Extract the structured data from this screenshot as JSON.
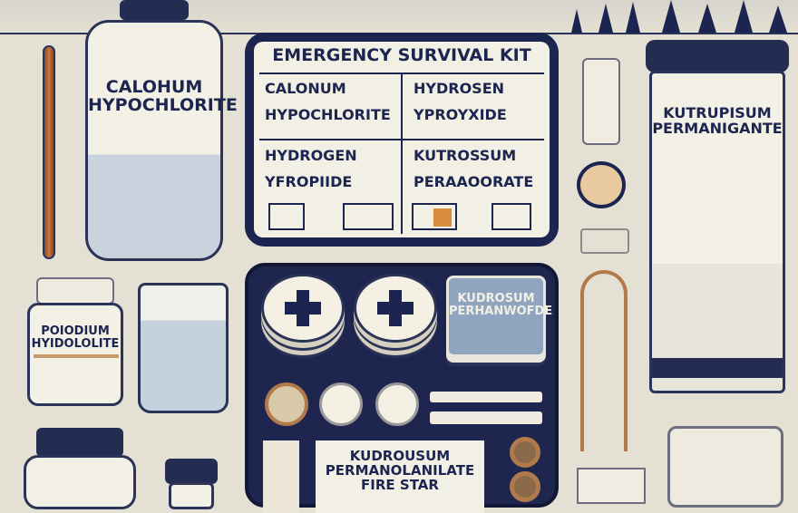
{
  "kit_lid": {
    "title": "EMERGENCY SURVIVAL KIT",
    "cells": [
      [
        "CALONUM",
        "HYPOCHLORITE"
      ],
      [
        "HYDROSEN",
        "YPROYXIDE"
      ],
      [
        "HYDROGEN",
        "YFROPIIDE"
      ],
      [
        "KUTROSSUM",
        "PERAAOORATE"
      ]
    ]
  },
  "left_bottle": {
    "label": [
      "CALOHUM",
      "HYPOCHLORITE"
    ]
  },
  "small_jar": {
    "label": [
      "POIODIUM",
      "HYIDOLOLITE"
    ]
  },
  "right_canister": {
    "label": [
      "KUTRUPISUM",
      "PERMANIGANTE"
    ]
  },
  "kit_box": {
    "blue_card": [
      "KUDROSUM",
      "PERHANWOFDE"
    ],
    "bottom_card": [
      "KUDROUSUM",
      "PERMANOLANILATE",
      "FIRE STAR"
    ]
  },
  "colors": {
    "navy": "#1c2450",
    "background": "#e4e0d3",
    "cream": "#f3f0e6",
    "copper": "#b07a4a"
  }
}
